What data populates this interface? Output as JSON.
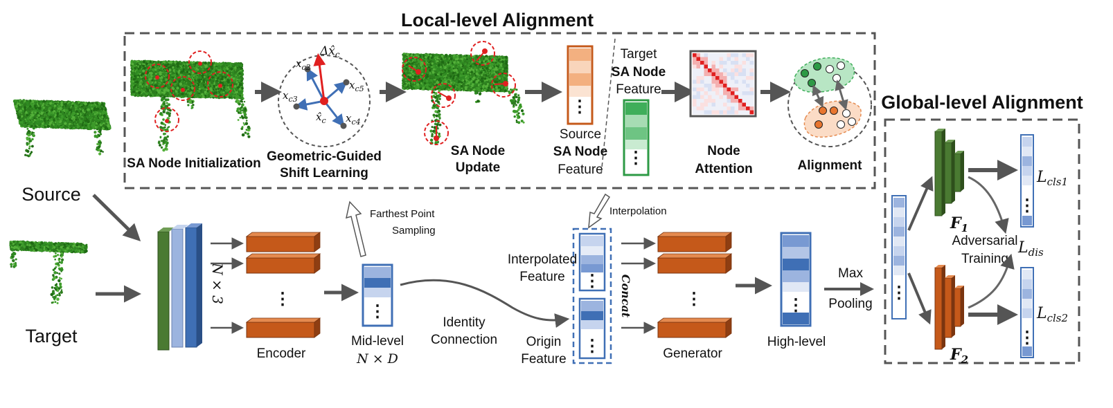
{
  "local": {
    "title": "Local-level Alignment",
    "sa_init": "SA Node Initialization",
    "geo1": "Geometric-Guided",
    "geo2": "Shift Learning",
    "upd1": "SA Node",
    "upd2": "Update",
    "src1": "Source",
    "src2": "SA Node",
    "src3": "Feature",
    "tgt1": "Target",
    "tgt2": "SA Node",
    "tgt3": "Feature",
    "att1": "Node",
    "att2": "Attention",
    "align": "Alignment",
    "sym_delta": "Δx̂",
    "sym_delta_sub": "c",
    "sym_xhat": "x̂",
    "sym_xhat_sub": "c",
    "xc2": "c2",
    "xc3": "c3",
    "xc4": "c4",
    "xc5": "c5",
    "x": "x"
  },
  "global": {
    "title": "Global-level Alignment",
    "f1": "F",
    "f1_sub": "1",
    "f2": "F",
    "f2_sub": "2",
    "adv1": "Adversarial",
    "adv2": "Training",
    "lcls1": "L",
    "lcls1_sub": "cls1",
    "ldis": "L",
    "ldis_sub": "dis",
    "lcls2": "L",
    "lcls2_sub": "cls2"
  },
  "pipeline": {
    "source": "Source",
    "target": "Target",
    "nx3": "N × 3",
    "encoder": "Encoder",
    "fps1": "Farthest Point",
    "fps2": "Sampling",
    "mid1": "Mid-level",
    "mid2": "N × D",
    "id1": "Identity",
    "id2": "Connection",
    "interp": "Interpolation",
    "interp_f1": "Interpolated",
    "interp_f2": "Feature",
    "orig1": "Origin",
    "orig2": "Feature",
    "concat": "Concat",
    "generator": "Generator",
    "high": "High-level",
    "max1": "Max",
    "max2": "Pooling",
    "dots": "⋮"
  },
  "colors": {
    "green": "#4a7a32",
    "blue_light": "#9cb4df",
    "blue": "#3f6fb5",
    "orange": "#c5591a",
    "orange_top": "#e58a4f",
    "dash": "#555555",
    "arrow": "#555555",
    "red": "#e02020"
  }
}
